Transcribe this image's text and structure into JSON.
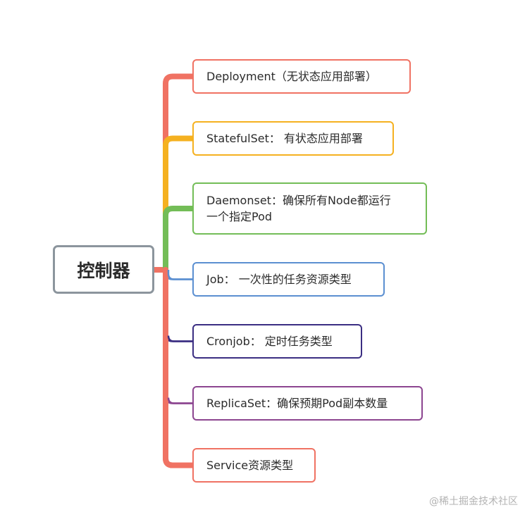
{
  "root": {
    "label": "控制器"
  },
  "children": [
    {
      "id": "deployment",
      "lines": [
        "Deployment（无状态应用部署）"
      ],
      "color": "#f07263"
    },
    {
      "id": "statefulset",
      "lines": [
        "StatefulSet： 有状态应用部署"
      ],
      "color": "#f5b120"
    },
    {
      "id": "daemonset",
      "lines": [
        "Daemonset：确保所有Node都运行",
        "一个指定Pod"
      ],
      "color": "#73bd57"
    },
    {
      "id": "job",
      "lines": [
        "Job： 一次性的任务资源类型"
      ],
      "color": "#5b8fd1"
    },
    {
      "id": "cronjob",
      "lines": [
        "Cronjob： 定时任务类型"
      ],
      "color": "#3b2e82"
    },
    {
      "id": "replicaset",
      "lines": [
        "ReplicaSet：确保预期Pod副本数量"
      ],
      "color": "#8c4590"
    },
    {
      "id": "service",
      "lines": [
        "Service资源类型"
      ],
      "color": "#f07263"
    }
  ],
  "watermark": "@稀土掘金技术社区"
}
